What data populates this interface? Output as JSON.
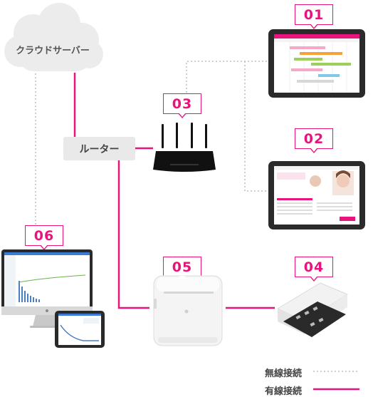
{
  "cloud": {
    "label": "クラウドサーバー"
  },
  "router": {
    "label": "ルーター"
  },
  "devices": [
    {
      "id": "01",
      "name": "tablet-pos"
    },
    {
      "id": "02",
      "name": "tablet-customer"
    },
    {
      "id": "03",
      "name": "wifi-router"
    },
    {
      "id": "04",
      "name": "cash-drawer"
    },
    {
      "id": "05",
      "name": "receipt-printer"
    },
    {
      "id": "06",
      "name": "desktop-and-tablet"
    }
  ],
  "legend": {
    "wireless": "無線接続",
    "wired": "有線接続"
  },
  "colors": {
    "accent": "#e8137c",
    "wireless_line": "#bdbdbd"
  }
}
